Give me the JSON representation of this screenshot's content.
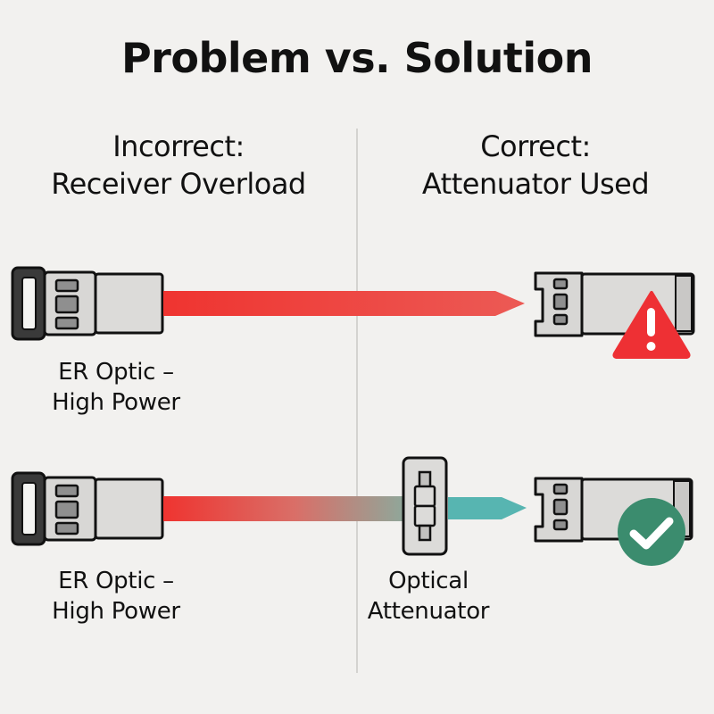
{
  "title": "Problem vs. Solution",
  "left_column": {
    "heading_line1": "Incorrect:",
    "heading_line2": "Receiver Overload"
  },
  "right_column": {
    "heading_line1": "Correct:",
    "heading_line2": "Attenuator Used"
  },
  "problem_row": {
    "transmitter_label_line1": "ER Optic –",
    "transmitter_label_line2": "High Power",
    "beam_color": "#ef3b36",
    "status_icon": "warning-triangle-icon",
    "status_color": "#ee3034"
  },
  "solution_row": {
    "transmitter_label_line1": "ER Optic –",
    "transmitter_label_line2": "High Power",
    "attenuator_label_line1": "Optical",
    "attenuator_label_line2": "Attenuator",
    "beam_color_in": "#ef3b36",
    "beam_color_out": "#57b5b1",
    "status_icon": "check-circle-icon",
    "status_color": "#3b8c6e"
  }
}
